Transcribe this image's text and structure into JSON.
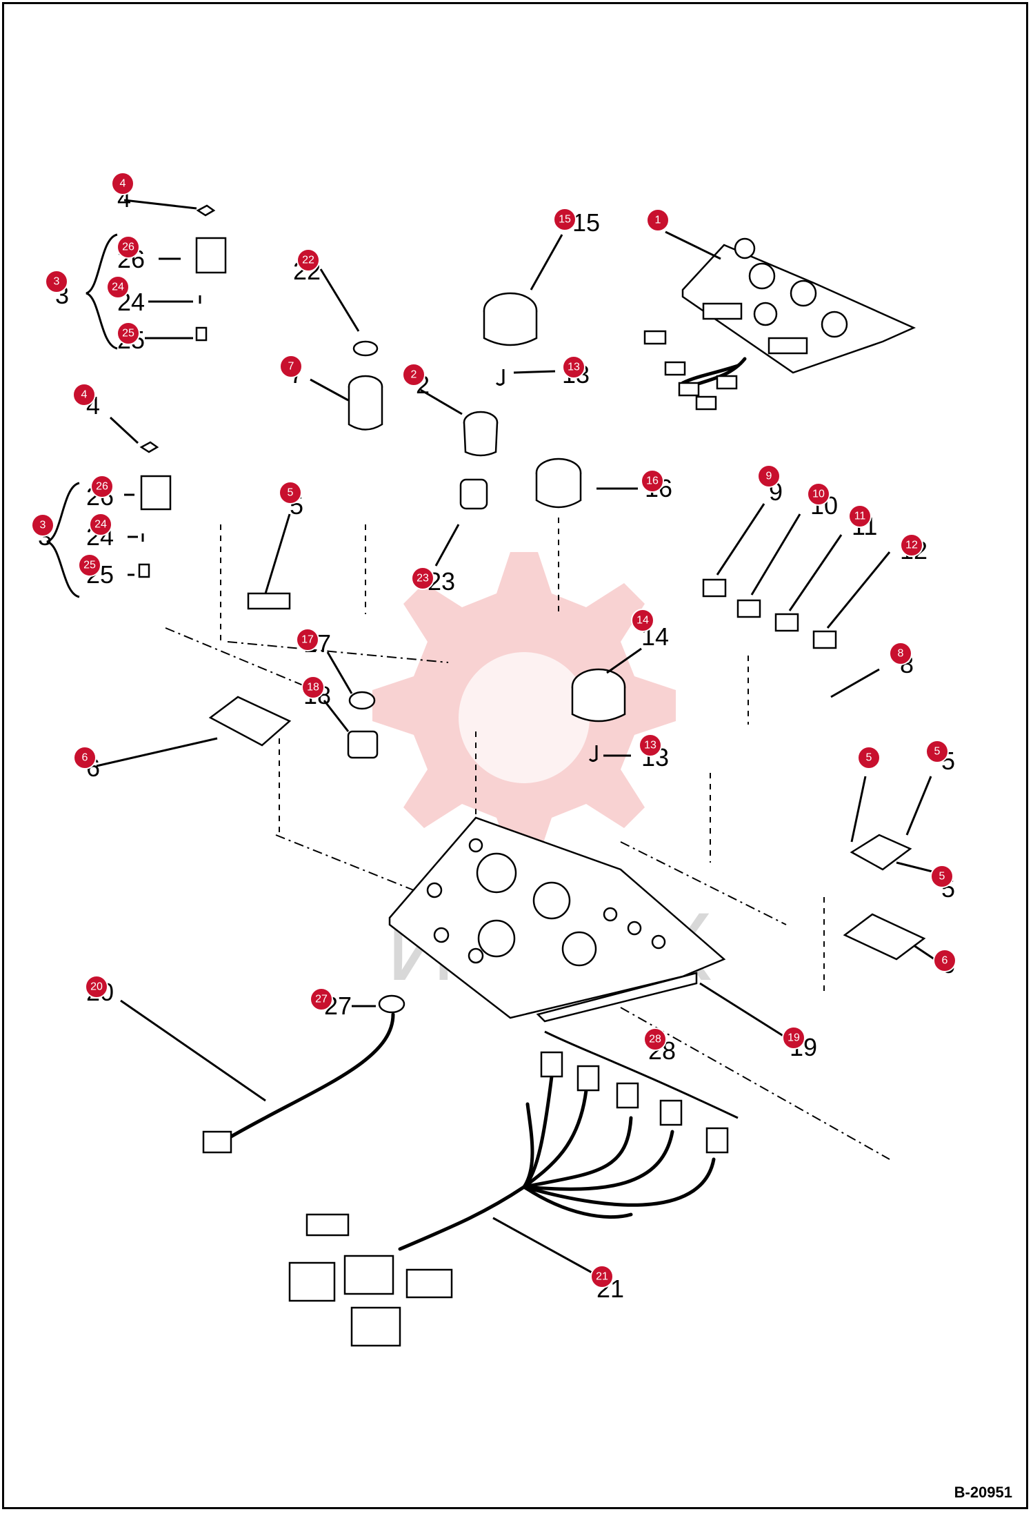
{
  "diagram": {
    "page_code": "B-20951",
    "watermark_text": "ИНТЕХ",
    "colors": {
      "badge": "#c8102e",
      "watermark": "#f4b4b4",
      "line": "#000000"
    },
    "callouts": [
      {
        "id": "c1",
        "number": "1"
      },
      {
        "id": "c2",
        "number": "2"
      },
      {
        "id": "c3a",
        "number": "3"
      },
      {
        "id": "c3b",
        "number": "3"
      },
      {
        "id": "c4a",
        "number": "4"
      },
      {
        "id": "c4b",
        "number": "4"
      },
      {
        "id": "c5a",
        "number": "5"
      },
      {
        "id": "c5b",
        "number": "5"
      },
      {
        "id": "c5c",
        "number": "5"
      },
      {
        "id": "c5d",
        "number": "5"
      },
      {
        "id": "c6a",
        "number": "6"
      },
      {
        "id": "c6b",
        "number": "6"
      },
      {
        "id": "c7",
        "number": "7"
      },
      {
        "id": "c8",
        "number": "8"
      },
      {
        "id": "c9",
        "number": "9"
      },
      {
        "id": "c10",
        "number": "10"
      },
      {
        "id": "c11",
        "number": "11"
      },
      {
        "id": "c12",
        "number": "12"
      },
      {
        "id": "c13a",
        "number": "13"
      },
      {
        "id": "c13b",
        "number": "13"
      },
      {
        "id": "c14",
        "number": "14"
      },
      {
        "id": "c15",
        "number": "15"
      },
      {
        "id": "c16",
        "number": "16"
      },
      {
        "id": "c17",
        "number": "17"
      },
      {
        "id": "c18",
        "number": "18"
      },
      {
        "id": "c19",
        "number": "19"
      },
      {
        "id": "c20",
        "number": "20"
      },
      {
        "id": "c21",
        "number": "21"
      },
      {
        "id": "c22",
        "number": "22"
      },
      {
        "id": "c23",
        "number": "23"
      },
      {
        "id": "c24a",
        "number": "24"
      },
      {
        "id": "c24b",
        "number": "24"
      },
      {
        "id": "c25a",
        "number": "25"
      },
      {
        "id": "c25b",
        "number": "25"
      },
      {
        "id": "c26a",
        "number": "26"
      },
      {
        "id": "c26b",
        "number": "26"
      },
      {
        "id": "c27",
        "number": "27"
      },
      {
        "id": "c28",
        "number": "28"
      }
    ]
  }
}
